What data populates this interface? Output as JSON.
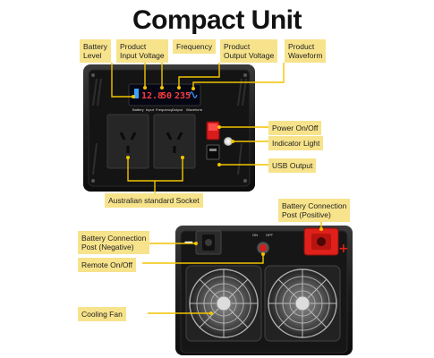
{
  "title": "Compact Unit",
  "labels": {
    "battery_level": [
      "Battery",
      "Level"
    ],
    "product_input_voltage": [
      "Product",
      "Input Voltage"
    ],
    "frequency": [
      "Frequency"
    ],
    "product_output_voltage": [
      "Product",
      "Output Voltage"
    ],
    "product_waveform": [
      "Product",
      "Waveform"
    ],
    "power_on_off": [
      "Power On/Off"
    ],
    "indicator_light": [
      "Indicator Light"
    ],
    "usb_output": [
      "USB Output"
    ],
    "australian_socket": [
      "Australian standard Socket"
    ],
    "battery_conn_positive": [
      "Battery Connection",
      "Post (Positive)"
    ],
    "battery_conn_negative": [
      "Battery Connection",
      "Post (Negative)"
    ],
    "remote_on_off": [
      "Remote On/Off"
    ],
    "cooling_fan": [
      "Cooling Fan"
    ]
  },
  "display": {
    "input_value": "12.8",
    "frequency_value": "50",
    "output_value": "235",
    "captions": [
      "Battery",
      "Input",
      "Frequency",
      "Output",
      "Waveform"
    ]
  },
  "rear_panel": {
    "minus_sign": "−",
    "plus_sign": "+",
    "on_text": "ON",
    "off_text": "OFF"
  },
  "colors": {
    "label_bg": "#f7e38b",
    "pointer": "#f2c400",
    "panel": "#1a1a1a",
    "display_red": "#ff3b3b",
    "display_blue": "#3aa0ff",
    "switch_red": "#d81b1b",
    "terminal_red": "#e0201a"
  }
}
